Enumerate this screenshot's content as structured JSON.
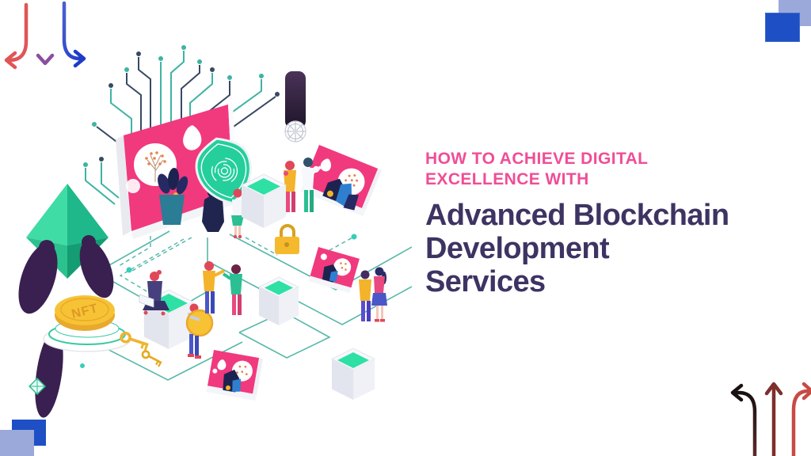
{
  "hero": {
    "eyebrow_line1": "HOW TO ACHIEVE DIGITAL",
    "eyebrow_line2": "EXCELLENCE WITH",
    "title_line1": "Advanced Blockchain",
    "title_line2": "Development",
    "title_line3": "Services"
  },
  "illustration": {
    "nft_coin_label": "NFT",
    "elements": [
      "circuit-tree",
      "pink-billboard",
      "security-shield-fingerprint",
      "purple-pillar-helm",
      "isometric-cubes",
      "ethereum-crystal",
      "hands-holding-nft-coin",
      "gold-padlock",
      "gold-keys",
      "people-figures",
      "network-lattice-lines",
      "pink-media-screens"
    ]
  },
  "colors": {
    "accent_pink": "#F04D97",
    "title_navy": "#3D3463",
    "panel_pink": "#F1397E",
    "teal": "#2BD49C",
    "gold": "#F7C335",
    "royal_blue": "#1E4FC4",
    "periwinkle": "#9BA8DA",
    "arrow_red": "#E05555",
    "arrow_blue": "#2F49C8",
    "arrow_dark_red": "#7E2F2D",
    "dark_purple": "#392050"
  }
}
